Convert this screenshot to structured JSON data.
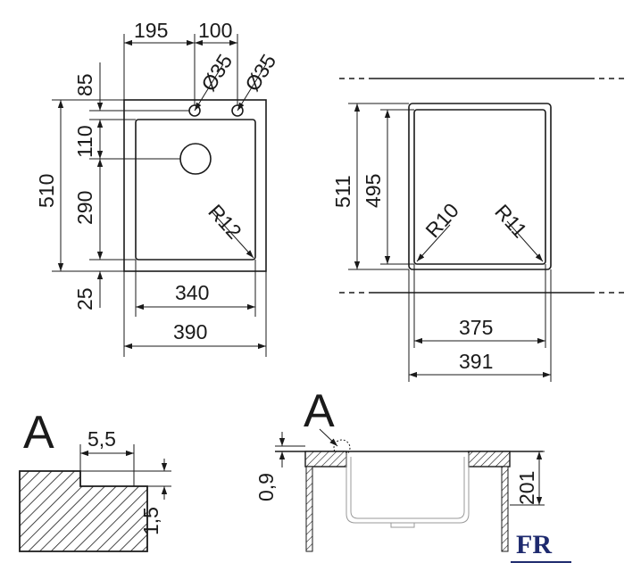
{
  "top_view": {
    "dims": {
      "d195": "195",
      "d100": "100",
      "d85": "85",
      "d110": "110",
      "d510": "510",
      "d290": "290",
      "d25": "25",
      "d340": "340",
      "d390": "390"
    },
    "holes": {
      "left": "Ø35",
      "right": "Ø35"
    },
    "radius": "R12"
  },
  "side_view": {
    "dims": {
      "d511": "511",
      "d495": "495",
      "d375": "375",
      "d391": "391"
    },
    "radius_left": "R10",
    "radius_right": "R11"
  },
  "detail_a": {
    "label": "A",
    "dims": {
      "d5_5": "5,5",
      "d1_5": "1,5"
    }
  },
  "section_view": {
    "label": "A",
    "dims": {
      "d0_9": "0,9",
      "d201": "201"
    }
  },
  "logo": {
    "text": "FR",
    "color": "#1e2a6e"
  }
}
